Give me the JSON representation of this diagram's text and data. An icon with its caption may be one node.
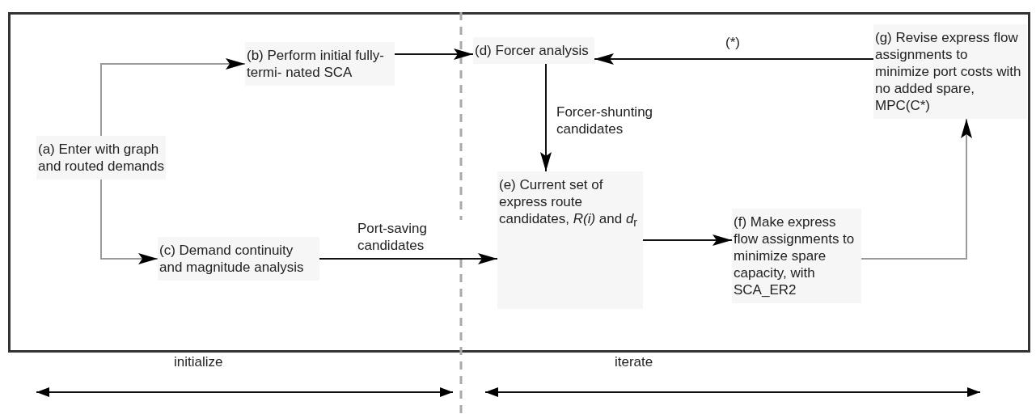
{
  "diagram": {
    "nodes": [
      {
        "text": [
          "(a) Enter with graph and routed demands"
        ]
      },
      {
        "text": [
          "(b) Perform initial fully-termi- nated SCA"
        ]
      },
      {
        "text": [
          "(c) Demand continuity and magnitude analysis"
        ]
      },
      {
        "text": [
          "(d) Forcer analysis"
        ]
      },
      {
        "text": [
          "(e) Current set of express route candidates, *R(i)* and *d*$_{r}$"
        ]
      },
      {
        "text": [
          "(f) Make express flow assignments to minimize spare capacity, with SCA_ER2"
        ]
      },
      {
        "text": [
          "(g) Revise express flow assignments to minimize port costs with no added spare, MPC(C*)"
        ]
      }
    ],
    "edges": [
      {
        "from": 0,
        "to": 1,
        "arrow": "to",
        "color": "#9a9a9a"
      },
      {
        "from": 0,
        "to": 2,
        "arrow": "to",
        "color": "#9a9a9a"
      },
      {
        "from": 1,
        "to": 3,
        "arrow": "to"
      },
      {
        "from": 2,
        "to": 4,
        "arrow": "to",
        "label": "Port-saving candidates"
      },
      {
        "from": 3,
        "to": 4,
        "arrow": "to",
        "label": "Forcer-shunting candidates"
      },
      {
        "from": 4,
        "to": 5,
        "arrow": "to"
      },
      {
        "from": 5,
        "to": 6,
        "arrow": "to",
        "color": "#9a9a9a"
      },
      {
        "from": 6,
        "to": 3,
        "arrow": "to",
        "label": "(*)"
      }
    ],
    "labels": [
      "initialize",
      "iterate"
    ]
  }
}
